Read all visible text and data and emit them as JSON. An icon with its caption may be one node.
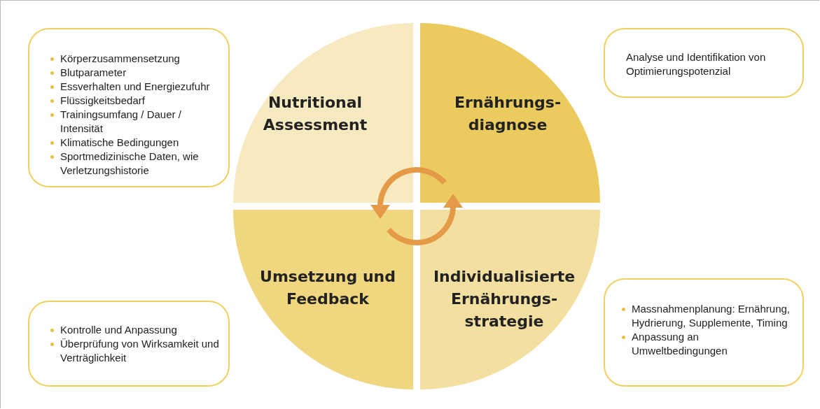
{
  "diagram": {
    "nodes": [
      {
        "text": [
          "Nutritional Assessment"
        ]
      },
      {
        "text": [
          "Ernährungs-diagnose"
        ]
      },
      {
        "text": [
          "Umsetzung und Feedback"
        ]
      },
      {
        "text": [
          "Individualisierte Ernährungs-strategie"
        ]
      },
      {
        "text": [
          "Körperzusammensetzung",
          "Blutparameter",
          "Essverhalten und Energiezufuhr",
          "Flüssigkeitsbedarf",
          "Trainingsumfang / Dauer / Intensität",
          "Klimatische Bedingungen",
          "Sportmedizinische Daten, wie Verletzungshistorie"
        ]
      },
      {
        "text": [
          "Analyse und Identifikation von Optimierungspotenzial"
        ]
      },
      {
        "text": [
          "Kontrolle und Anpassung",
          "Überprüfung von Wirksamkeit und Verträglichkeit"
        ]
      },
      {
        "text": [
          "Massnahmenplanung: Ernährung, Hydrierung, Supplemente, Timing",
          "Anpassung an Umweltbedingungen"
        ]
      }
    ],
    "edges": []
  }
}
